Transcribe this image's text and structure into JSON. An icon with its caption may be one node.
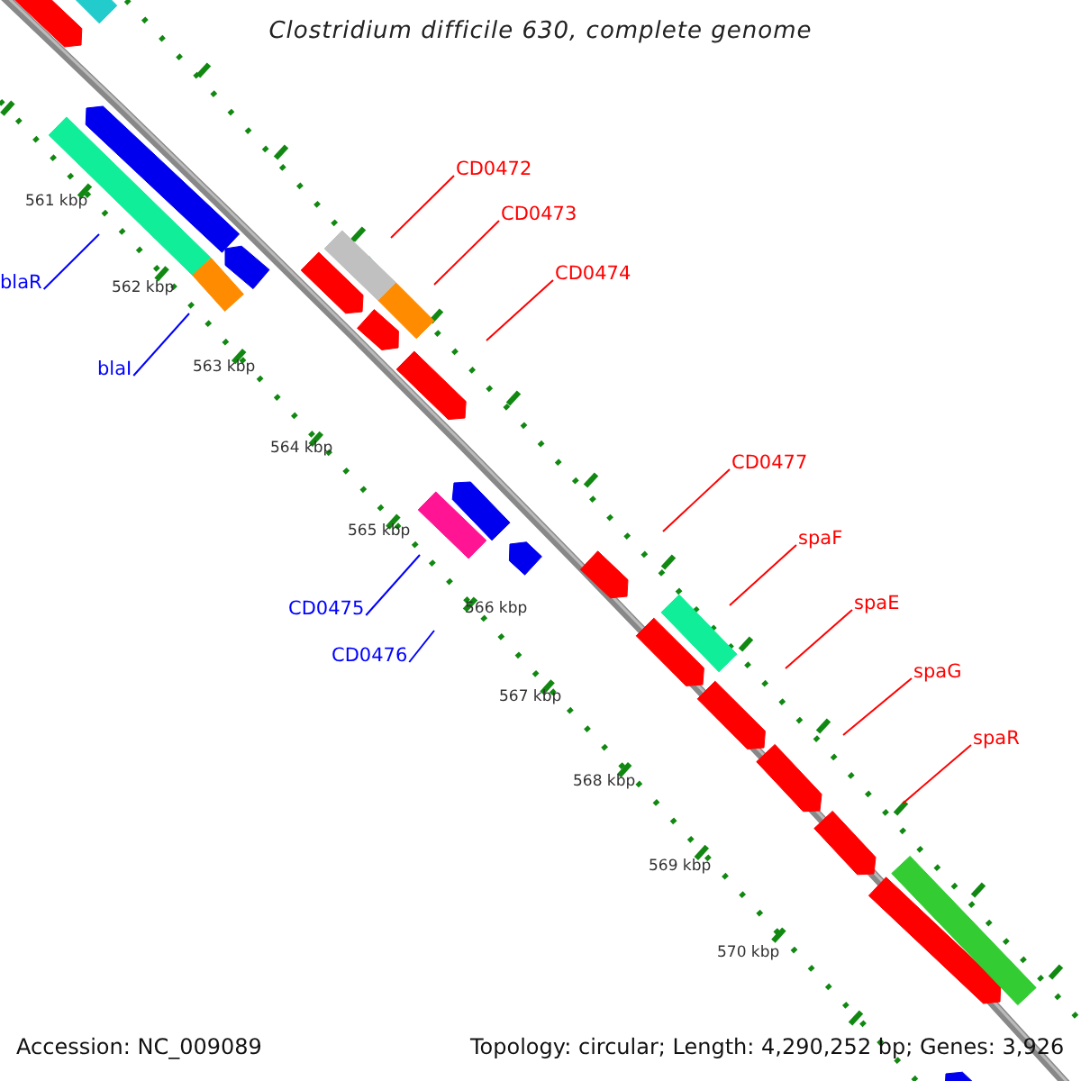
{
  "diagram": {
    "title": "Clostridium difficile 630, complete genome",
    "nodes": [
      {
        "text": [
          "CD0472"
        ]
      },
      {
        "text": [
          "CD0473"
        ]
      },
      {
        "text": [
          "CD0474"
        ]
      },
      {
        "text": [
          "blaR"
        ]
      },
      {
        "text": [
          "blaI"
        ]
      },
      {
        "text": [
          "CD0477"
        ]
      },
      {
        "text": [
          "spaF"
        ]
      },
      {
        "text": [
          "spaE"
        ]
      },
      {
        "text": [
          "CD0475"
        ]
      },
      {
        "text": [
          "CD0476"
        ]
      },
      {
        "text": [
          "spaG"
        ]
      },
      {
        "text": [
          "spaR"
        ]
      }
    ],
    "edges": [
      {
        "from": 0,
        "to": null,
        "arrow": "none"
      },
      {
        "from": 1,
        "to": null,
        "arrow": "none"
      },
      {
        "from": 2,
        "to": null,
        "arrow": "none"
      },
      {
        "from": 3,
        "to": null,
        "arrow": "none",
        "color": "#0000ff"
      },
      {
        "from": 4,
        "to": null,
        "arrow": "none",
        "color": "#0000ff"
      },
      {
        "from": 5,
        "to": null,
        "arrow": "none"
      },
      {
        "from": 6,
        "to": null,
        "arrow": "none"
      },
      {
        "from": 7,
        "to": null,
        "arrow": "none"
      },
      {
        "from": 8,
        "to": null,
        "arrow": "none",
        "color": "#0000ff"
      },
      {
        "from": 9,
        "to": null,
        "arrow": "none",
        "color": "#0000ff"
      },
      {
        "from": 10,
        "to": null,
        "arrow": "none"
      },
      {
        "from": 11,
        "to": null,
        "arrow": "none"
      }
    ],
    "labels": [
      "561 kbp",
      "562 kbp",
      "563 kbp",
      "564 kbp",
      "565 kbp",
      "566 kbp",
      "567 kbp",
      "568 kbp",
      "569 kbp",
      "570 kbp",
      "Accession: NC_009089",
      "Topology: circular; Length: 4,290,252 bp; Genes: 3,926"
    ]
  }
}
